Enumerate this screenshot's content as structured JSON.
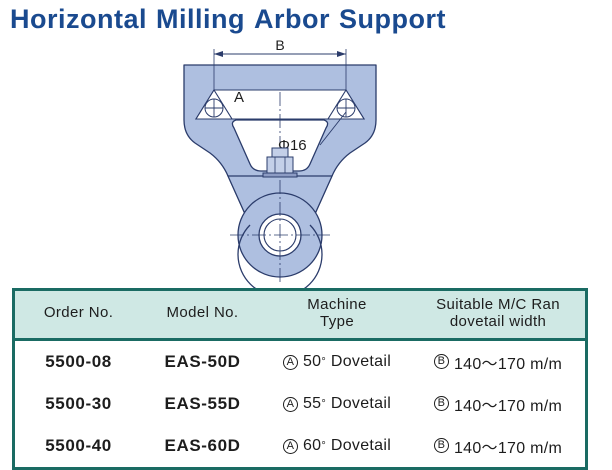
{
  "page": {
    "title_words": [
      "Horizontal",
      "Milling",
      "Arbor",
      "Support"
    ],
    "title_color": "#1a4a8f"
  },
  "drawing": {
    "name": "horizontal-milling-arbor-support-drawing",
    "fill_color": "#aebfe0",
    "line_color": "#2b3c6b",
    "annotations": {
      "width_dimension": "B",
      "dovetail_angle_callout": "A",
      "bore_diameter": "Φ16"
    }
  },
  "table": {
    "border_color": "#1a6b63",
    "header_bg": "#cfe8e4",
    "headers": [
      "Order No.",
      "Model No.",
      "Machine\nType",
      "Suitable M/C Ran\ndovetail width"
    ],
    "headers_line1": [
      "Order No.",
      "Model No.",
      "Machine",
      "Suitable M/C Ran"
    ],
    "headers_line2": [
      "",
      "",
      "Type",
      "dovetail width"
    ],
    "rows": [
      {
        "order_no": "5500-08",
        "model_no": "EAS-50D",
        "machine_type_marker": "A",
        "machine_type_angle": "50",
        "machine_type_text": "Dovetail",
        "dovetail_width_marker": "B",
        "dovetail_width_text": "140～170  m/m"
      },
      {
        "order_no": "5500-30",
        "model_no": "EAS-55D",
        "machine_type_marker": "A",
        "machine_type_angle": "55",
        "machine_type_text": "Dovetail",
        "dovetail_width_marker": "B",
        "dovetail_width_text": "140～170  m/m"
      },
      {
        "order_no": "5500-40",
        "model_no": "EAS-60D",
        "machine_type_marker": "A",
        "machine_type_angle": "60",
        "machine_type_text": "Dovetail",
        "dovetail_width_marker": "B",
        "dovetail_width_text": "140～170  m/m"
      }
    ]
  }
}
